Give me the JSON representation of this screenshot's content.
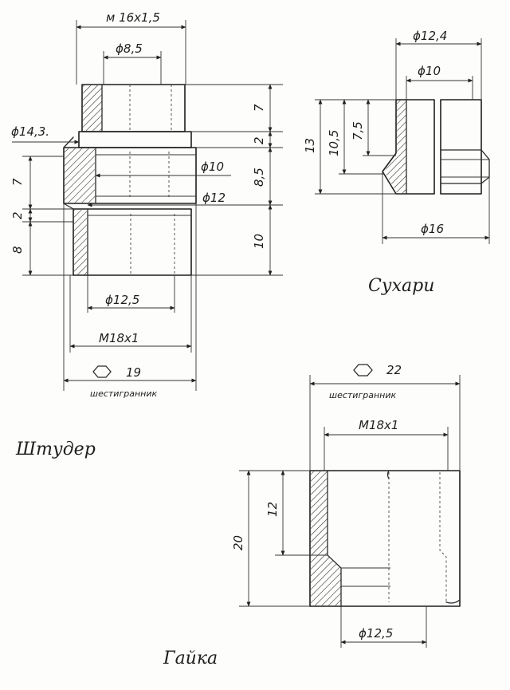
{
  "shtuder": {
    "title": "Штудер",
    "dim_m16": "м 16х1,5",
    "dim_d85": "ϕ8,5",
    "dim_d143": "ϕ14,3.",
    "dim_d10": "ϕ10",
    "dim_d12": "ϕ12",
    "dim_d125": "ϕ12,5",
    "dim_m18": "М18х1",
    "dim_hex19": "19",
    "dim_hex_caption": "шестигранник",
    "dim_h7_right": "7",
    "dim_h2_right": "2",
    "dim_h85_right": "8,5",
    "dim_h10_right": "10",
    "dim_h7_left": "7",
    "dim_h2_left": "2",
    "dim_h8_left": "8"
  },
  "sukhari": {
    "title": "Сухари",
    "dim_d124": "ϕ12,4",
    "dim_d10": "ϕ10",
    "dim_d16": "ϕ16",
    "dim_13": "13",
    "dim_105": "10,5",
    "dim_75": "7,5"
  },
  "gaika": {
    "title": "Гайка",
    "dim_hex22": "22",
    "dim_hex_caption": "шестигранник",
    "dim_m18": "М18х1",
    "dim_12": "12",
    "dim_20": "20",
    "dim_d125": "ϕ12,5"
  }
}
